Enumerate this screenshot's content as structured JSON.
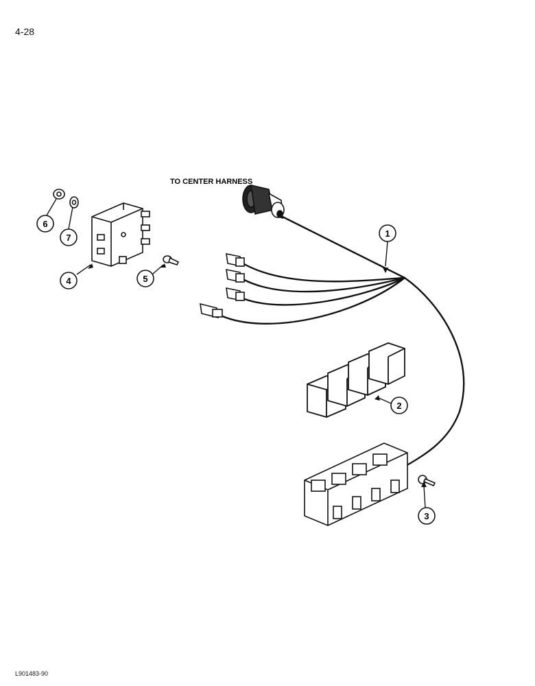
{
  "page": {
    "page_number": "4-28",
    "figure_code": "L901483-90"
  },
  "diagram": {
    "connector_label": "TO CENTER HARNESS",
    "callouts": [
      "1",
      "2",
      "3",
      "4",
      "5",
      "6",
      "7"
    ]
  }
}
